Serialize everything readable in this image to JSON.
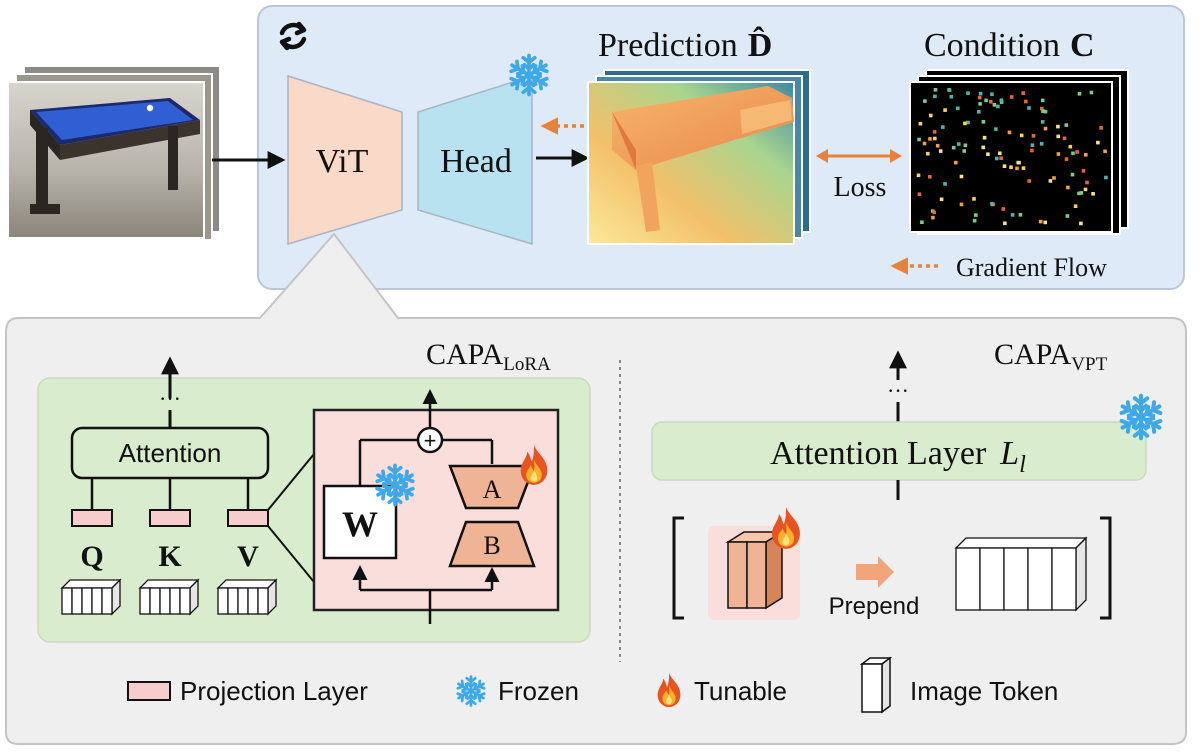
{
  "top": {
    "vit_label": "ViT",
    "head_label": "Head",
    "prediction_label": "Prediction",
    "prediction_symbol": "D̂",
    "condition_label": "Condition",
    "condition_symbol": "C",
    "loss_label": "Loss",
    "gradient_flow_label": "Gradient Flow"
  },
  "lora": {
    "title_main": "CAPA",
    "title_sub": "LoRA",
    "attention_label": "Attention",
    "ellipsis": "···",
    "q_label": "Q",
    "k_label": "K",
    "v_label": "V",
    "w_label": "W",
    "a_label": "A",
    "b_label": "B",
    "plus": "+"
  },
  "vpt": {
    "title_main": "CAPA",
    "title_sub": "VPT",
    "attention_layer_label": "Attention Layer",
    "attention_layer_symbol": "L",
    "attention_layer_subscript": "l",
    "ellipsis": "···",
    "prepend_label": "Prepend"
  },
  "legend": {
    "projection_layer": "Projection Layer",
    "frozen": "Frozen",
    "tunable": "Tunable",
    "image_token": "Image Token"
  },
  "colors": {
    "top_panel_fill": "#deeaf7",
    "bottom_panel_fill": "#efefef",
    "lora_box_fill": "#d9eccd",
    "lora_detail_fill": "#f9dedc",
    "vit_fill": "#f9d9c8",
    "head_fill": "#b8e2f0",
    "gradient_orange": "#e8823a",
    "ab_fill": "#efb496",
    "projection_fill": "#f7cccc",
    "snowflake_blue": "#3fa9e8"
  }
}
